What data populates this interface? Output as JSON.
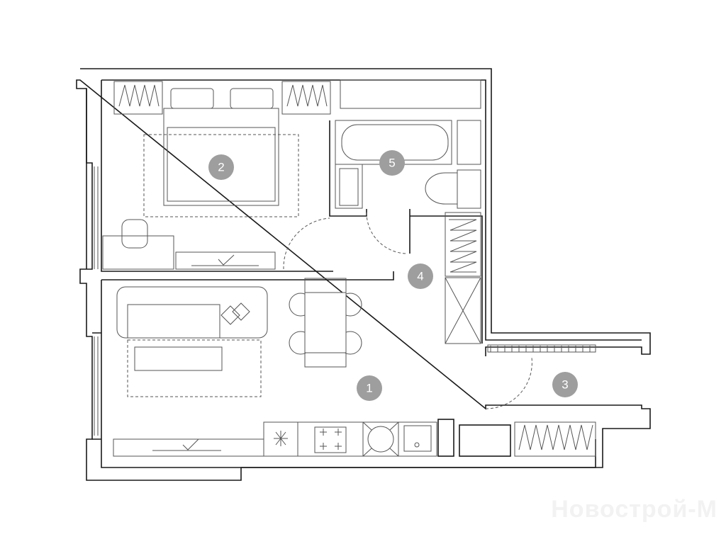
{
  "rooms": [
    {
      "number": "1"
    },
    {
      "number": "2"
    },
    {
      "number": "3"
    },
    {
      "number": "4"
    },
    {
      "number": "5"
    }
  ],
  "watermark": "Новострой-М",
  "colors": {
    "wall": "#1a1a1a",
    "furniture": "#555555",
    "room_marker": "#9e9e9e"
  }
}
